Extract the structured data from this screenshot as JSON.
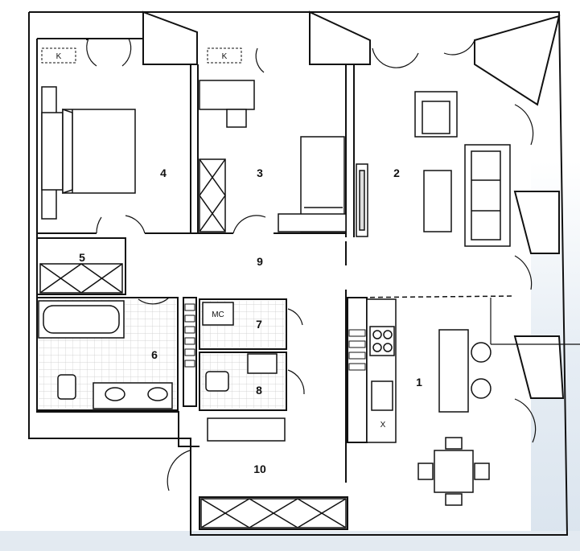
{
  "rooms": [
    {
      "id": "r1",
      "number": "1"
    },
    {
      "id": "r2",
      "number": "2"
    },
    {
      "id": "r3",
      "number": "3"
    },
    {
      "id": "r4",
      "number": "4"
    },
    {
      "id": "r5",
      "number": "5"
    },
    {
      "id": "r6",
      "number": "6"
    },
    {
      "id": "r7",
      "number": "7"
    },
    {
      "id": "r8",
      "number": "8"
    },
    {
      "id": "r9",
      "number": "9"
    },
    {
      "id": "r10",
      "number": "10"
    }
  ],
  "markers": {
    "ac_unit_1": "K",
    "ac_unit_2": "K",
    "utility_label": "MC",
    "cooker_hood": "X"
  },
  "colors": {
    "wall": "#111111",
    "background": "#ffffff",
    "sky": "#dfe7ef"
  }
}
